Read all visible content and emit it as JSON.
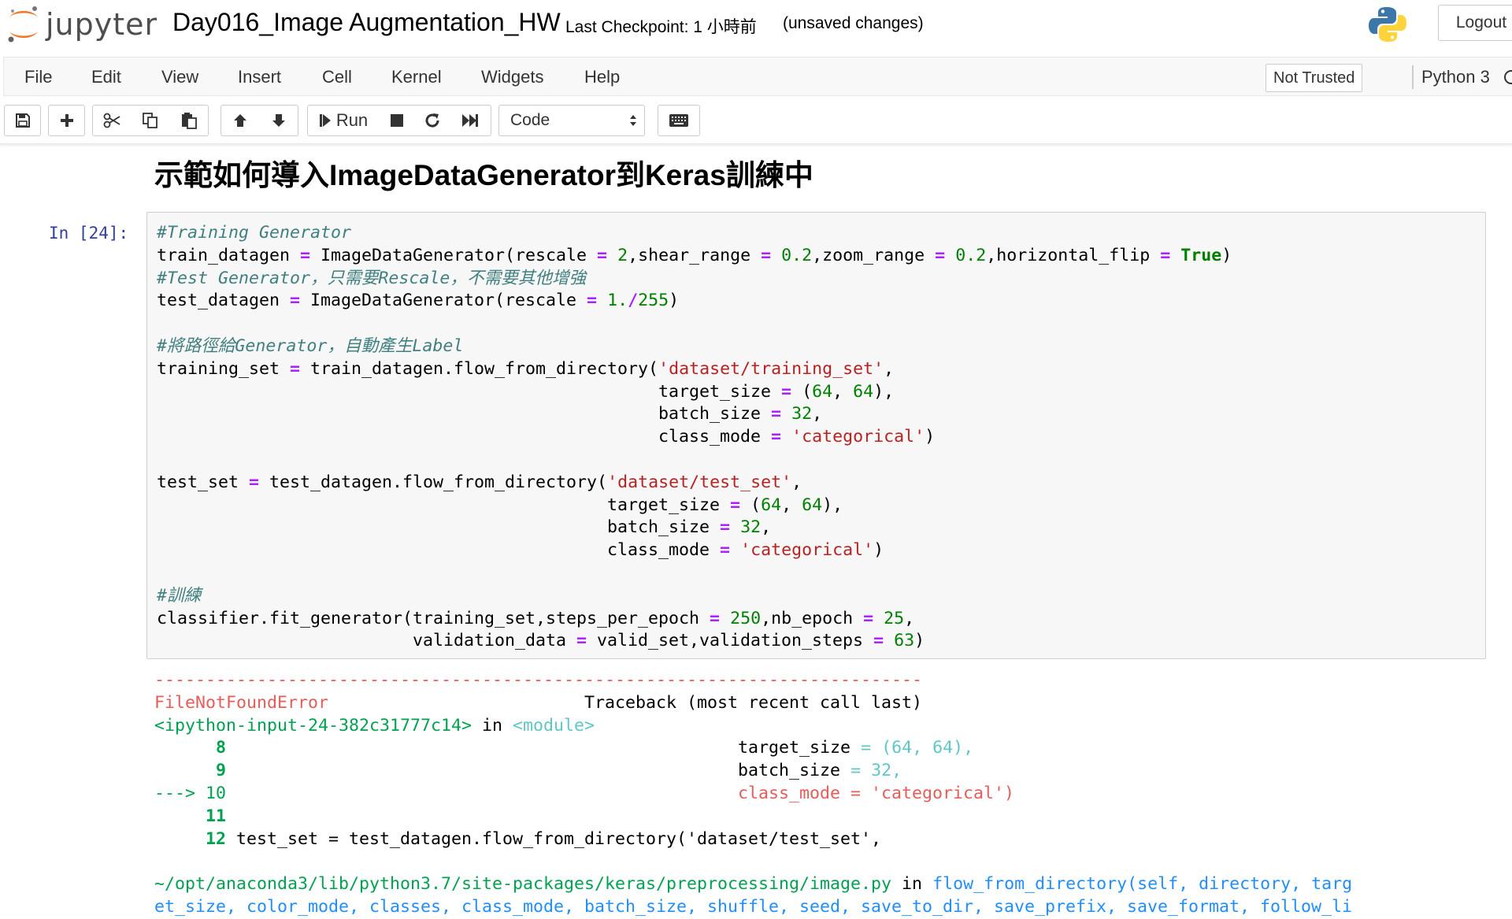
{
  "header": {
    "logo_text": "jupyter",
    "notebook_title": "Day016_Image Augmentation_HW",
    "checkpoint": "Last Checkpoint: 1 小時前",
    "autosave_status": "(unsaved changes)",
    "logout_label": "Logout"
  },
  "menubar": {
    "items": [
      "File",
      "Edit",
      "View",
      "Insert",
      "Cell",
      "Kernel",
      "Widgets",
      "Help"
    ],
    "trust_label": "Not Trusted",
    "kernel_name": "Python 3"
  },
  "toolbar": {
    "buttons": [
      "save-icon",
      "plus-icon",
      "cut-icon",
      "copy-icon",
      "paste-icon",
      "arrow-up-icon",
      "arrow-down-icon",
      "step-forward-icon",
      "stop-icon",
      "restart-icon",
      "fast-forward-icon",
      "keyboard-icon"
    ],
    "run_label": "Run",
    "cell_type": "Code"
  },
  "notebook": {
    "markdown_heading": "示範如何導入ImageDataGenerator到Keras訓練中",
    "cell_prompt": "In [24]:",
    "code_lines": [
      "#Training Generator",
      "train_datagen = ImageDataGenerator(rescale = 2,shear_range = 0.2,zoom_range = 0.2,horizontal_flip = True)",
      "#Test Generator，只需要Rescale，不需要其他增強",
      "test_datagen = ImageDataGenerator(rescale = 1./255)",
      "",
      "#將路徑給Generator，自動產生Label",
      "training_set = train_datagen.flow_from_directory('dataset/training_set',",
      "                                                 target_size = (64, 64),",
      "                                                 batch_size = 32,",
      "                                                 class_mode = 'categorical')",
      "",
      "test_set = test_datagen.flow_from_directory('dataset/test_set',",
      "                                            target_size = (64, 64),",
      "                                            batch_size = 32,",
      "                                            class_mode = 'categorical')",
      "",
      "#訓練",
      "classifier.fit_generator(training_set,steps_per_epoch = 250,nb_epoch = 25,",
      "                         validation_data = valid_set,validation_steps = 63)"
    ],
    "output_lines": [
      "---------------------------------------------------------------------------",
      "FileNotFoundError                         Traceback (most recent call last)",
      "<ipython-input-24-382c31777c14> in <module>",
      "      8                                                  target_size = (64, 64),",
      "      9                                                  batch_size = 32,",
      "---> 10                                                  class_mode = 'categorical')",
      "     11 ",
      "     12 test_set = test_datagen.flow_from_directory('dataset/test_set',",
      "",
      "~/opt/anaconda3/lib/python3.7/site-packages/keras/preprocessing/image.py in flow_from_directory(self, directory, targ",
      "et_size, color_mode, classes, class_mode, batch_size, shuffle, seed, save_to_dir, save_prefix, save_format, follow_li"
    ]
  },
  "colors": {
    "prompt": "#303f9f",
    "comment": "#408080",
    "operator": "#aa22ff",
    "number": "#008000",
    "string": "#ba2121",
    "error_red": "#e75c58",
    "traceback_green": "#00a250",
    "traceback_cyan": "#60c6c8",
    "traceback_blue": "#208ffb",
    "logo_orange": "#f37726"
  }
}
